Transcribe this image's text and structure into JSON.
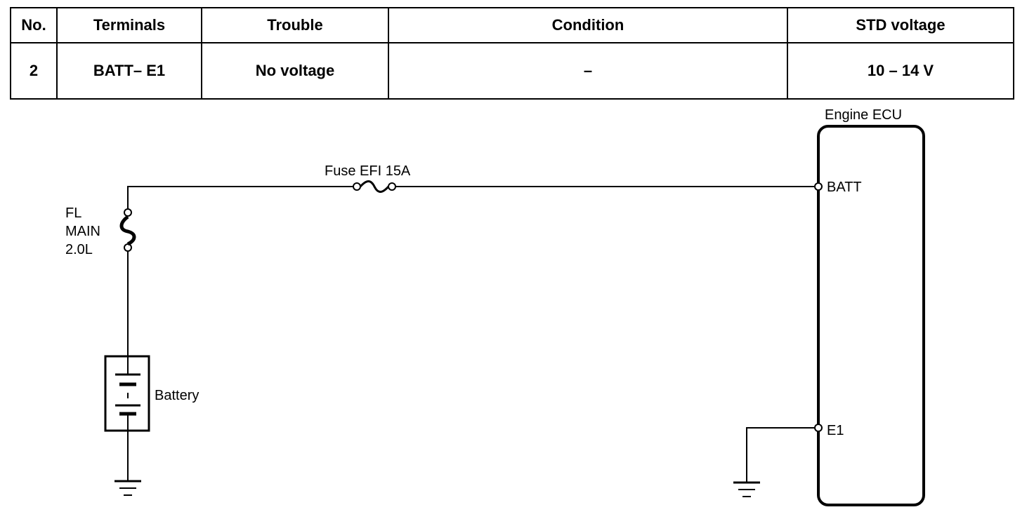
{
  "table": {
    "headers": [
      "No.",
      "Terminals",
      "Trouble",
      "Condition",
      "STD voltage"
    ],
    "row": [
      "2",
      "BATT– E1",
      "No voltage",
      "–",
      "10 – 14 V"
    ]
  },
  "diagram": {
    "ecu_label": "Engine ECU",
    "batt_terminal": "BATT",
    "e1_terminal": "E1",
    "fuse_efi_label": "Fuse EFI 15A",
    "fl_main_lines": [
      "FL",
      "MAIN",
      "2.0L"
    ],
    "battery_label": "Battery",
    "icons": [
      "fusible-link-icon",
      "fuse-icon",
      "battery-icon",
      "ground-icon"
    ]
  }
}
